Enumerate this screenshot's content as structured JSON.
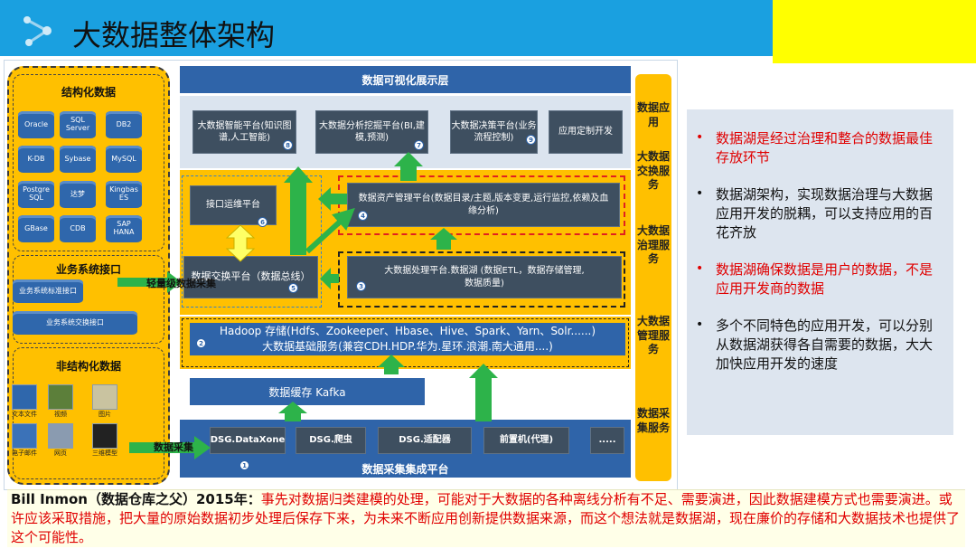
{
  "header": {
    "title": "大数据整体架构",
    "colors": {
      "bar": "#1aa0e0",
      "accent": "#ffff00"
    }
  },
  "left": {
    "structured": {
      "title": "结构化数据",
      "dbs": [
        "Oracle",
        "SQL Server",
        "DB2",
        "K-DB",
        "Sybase",
        "MySQL",
        "Postgre SQL",
        "达梦",
        "Kingbas ES",
        "GBase",
        "CDB",
        "SAP HANA"
      ]
    },
    "business": {
      "title": "业务系统接口",
      "items": [
        "业务系统标准接口",
        "业务系统交换接口"
      ]
    },
    "unstructured": {
      "title": "非结构化数据",
      "items": [
        "文本文件",
        "视频",
        "图片",
        "电子邮件",
        "网页",
        "三维模型"
      ]
    }
  },
  "arch": {
    "viz_layer": "数据可视化展示层",
    "apps": [
      {
        "label": "大数据智能平台(知识图谱,人工智能)",
        "num": "8"
      },
      {
        "label": "大数据分析挖掘平台(BI,建模,预测)",
        "num": "7"
      },
      {
        "label": "大数据决策平台(业务流程控制)",
        "num": "9"
      },
      {
        "label": "应用定制开发",
        "num": ""
      }
    ],
    "interface_ops": {
      "label": "接口运维平台",
      "num": "6"
    },
    "asset_mgmt": {
      "label": "数据资产管理平台(数据目录/主题,版本变更,运行监控,依赖及血缘分析)",
      "num": "4"
    },
    "exchange": {
      "label": "数据交换平台（数据总线）",
      "num": "5"
    },
    "processing": {
      "label": "大数据处理平台.数据湖 (数据ETL，数据存储管理,数据质量)",
      "num": "3"
    },
    "storage": {
      "line1": "Hadoop 存储(Hdfs、Zookeeper、Hbase、Hive、Spark、Yarn、Solr......)",
      "line2": "大数据基础服务(兼容CDH.HDP.华为.星环.浪潮.南大通用....)",
      "num": "2"
    },
    "cache": "数据缓存 Kafka",
    "collectors": [
      "DSG.DataXone",
      "DSG.爬虫",
      "DSG.适配器",
      "前置机(代理)",
      "....."
    ],
    "collect_platform": {
      "label": "数据采集集成平台",
      "num": "1"
    },
    "arrow_light": "轻量级数据采集",
    "arrow_collect": "数据采集"
  },
  "services": [
    "数据应用",
    "大数据交换服务",
    "大数据治理服务",
    "大数据管理服务",
    "数据采集服务"
  ],
  "bullets": [
    {
      "text": "数据湖是经过治理和整合的数据最佳存放环节",
      "red": true
    },
    {
      "text": "数据湖架构，实现数据治理与大数据应用开发的脱耦，可以支持应用的百花齐放",
      "red": false
    },
    {
      "text": "数据湖确保数据是用户的数据，不是应用开发商的数据",
      "red": true
    },
    {
      "text": "多个不同特色的应用开发，可以分别从数据湖获得各自需要的数据，大大加快应用开发的速度",
      "red": false
    }
  ],
  "bottom": {
    "bold": "Bill Inmon（数据仓库之父）2015年：",
    "red": "事先对数据归类建模的处理，可能对于大数据的各种离线分析有不足、需要演进，因此数据建模方式也需要演进。或许应该采取措施，把大量的原始数据初步处理后保存下来，为未来不断应用创新提供数据来源，而这个想法就是数据湖，现在廉价的存储和大数据技术也提供了这个可能性。"
  }
}
